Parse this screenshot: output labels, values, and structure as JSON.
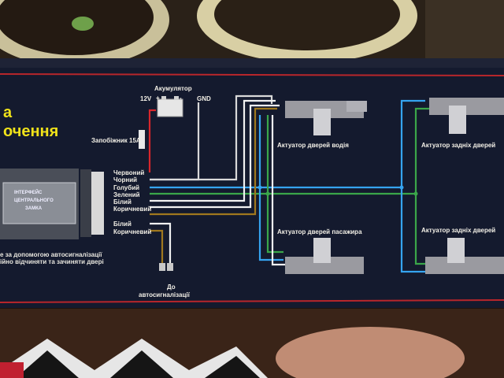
{
  "heading": {
    "line1": "а",
    "line2": "очення"
  },
  "battery": {
    "label": "Акумулятор",
    "v12": "12V",
    "plus": "+",
    "minus": "-",
    "gnd": "GND"
  },
  "fuse": {
    "label": "Запобіжник 15А"
  },
  "interface_box": {
    "line1": "ІНТЕРФЕЙС",
    "line2": "ЦЕНТРАЛЬНОГО",
    "line3": "ЗАМКА"
  },
  "wires": [
    {
      "label": "Червоний",
      "color": "#d8262b"
    },
    {
      "label": "Чорний",
      "color": "#1a1a1a"
    },
    {
      "label": "Голубий",
      "color": "#35a4f0"
    },
    {
      "label": "Зелений",
      "color": "#3aa64a"
    },
    {
      "label": "Білий",
      "color": "#f2f2f2"
    },
    {
      "label": "Коричневий",
      "color": "#a0781e"
    },
    {
      "label": "Білий",
      "color": "#f2f2f2"
    },
    {
      "label": "Коричневий",
      "color": "#a0781e"
    }
  ],
  "actuators": {
    "driver": "Актуатор дверей водія",
    "rear_top": "Актуатор задніх дверей",
    "passenger": "Актуатор дверей пасажира",
    "rear_bottom": "Актуатор задніх дверей"
  },
  "alarm": {
    "line1": "До",
    "line2": "автосигналізації"
  },
  "note": {
    "line1": "е за допомогою автосигналізації",
    "line2": "ійно відчиняти та зачиняти двері"
  },
  "colors": {
    "panel": "#141a2e",
    "accent_red": "#b8262b",
    "title_yellow": "#f0e21a",
    "wire_blue": "#35a4f0",
    "wire_green": "#3aa64a"
  }
}
